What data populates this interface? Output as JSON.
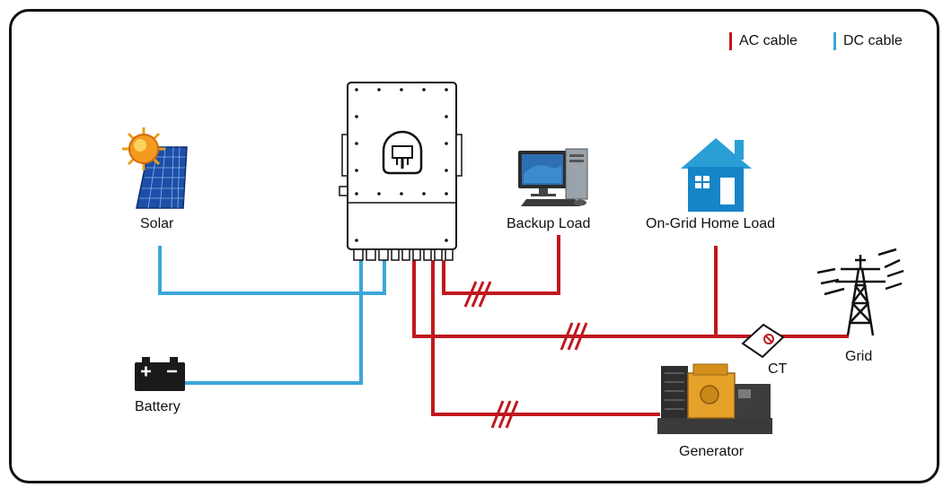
{
  "legend": {
    "ac_label": "AC cable",
    "dc_label": "DC cable"
  },
  "colors": {
    "ac": "#c0181f",
    "dc": "#3aa7d9"
  },
  "nodes": {
    "solar": "Solar",
    "battery": "Battery",
    "backup_load": "Backup Load",
    "home_load": "On-Grid Home Load",
    "grid": "Grid",
    "ct": "CT",
    "generator": "Generator"
  }
}
